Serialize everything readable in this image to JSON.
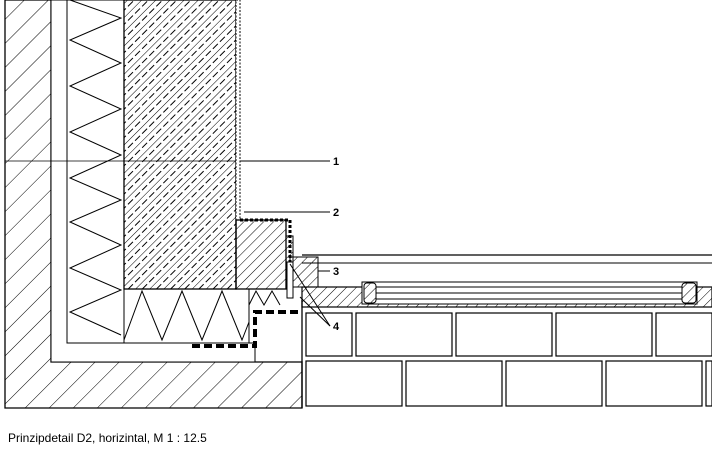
{
  "caption": "Prinzipdetail D2, horizintal, M 1 : 12.5",
  "callouts": [
    {
      "label": "1"
    },
    {
      "label": "2"
    },
    {
      "label": "3"
    },
    {
      "label": "4"
    }
  ],
  "colors": {
    "ink": "#000000",
    "paper": "#ffffff"
  }
}
